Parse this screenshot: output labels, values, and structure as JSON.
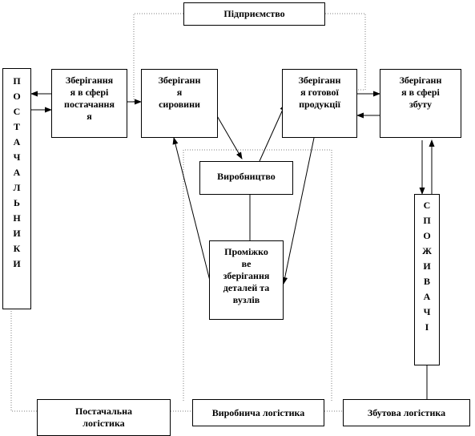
{
  "diagram": {
    "enterprise": "Підприємство",
    "suppliers": "П\nО\nС\nТ\nА\nЧ\nА\nЛ\nЬ\nН\nИ\nК\nИ",
    "consumers": "С\nП\nО\nЖ\nИ\nВ\nА\nЧ\nІ",
    "storage_supply": "Зберігання\nя в сфері\nпостачання\nя",
    "storage_raw": "Зберіганн\nя\nсировини",
    "storage_finished": "Зберіганн\nя готової\nпродукції",
    "storage_sales": "Зберіганн\nя в сфері\nзбуту",
    "production": "Виробництво",
    "intermediate_storage": "Проміжко\nве\nзберігання\nдеталей та\nвузлів",
    "supply_logistics": "Постачальна\nлогістика",
    "production_logistics": "Виробнича логістика",
    "sales_logistics": "Збутова логістика"
  },
  "colors": {
    "line": "#000000",
    "dotted": "#7f7f7f",
    "background": "#ffffff"
  }
}
